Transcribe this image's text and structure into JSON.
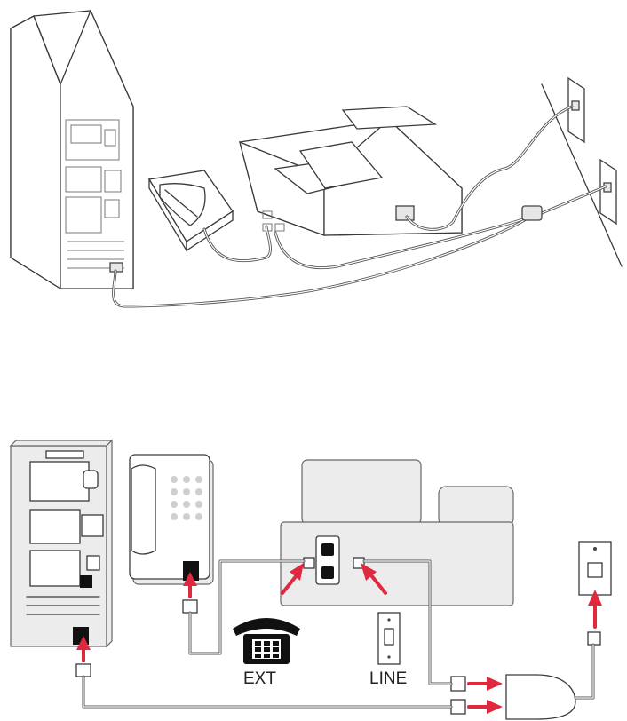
{
  "labels": {
    "ext": "EXT",
    "line": "LINE"
  },
  "colors": {
    "arrow": "#e0283e",
    "outline": "#3a3a3a",
    "device_fill": "#e6e6e6"
  },
  "icons": [
    "computer-tower",
    "modem",
    "printer",
    "telephone",
    "wall-jack",
    "line-splitter",
    "ext-port",
    "line-port"
  ]
}
